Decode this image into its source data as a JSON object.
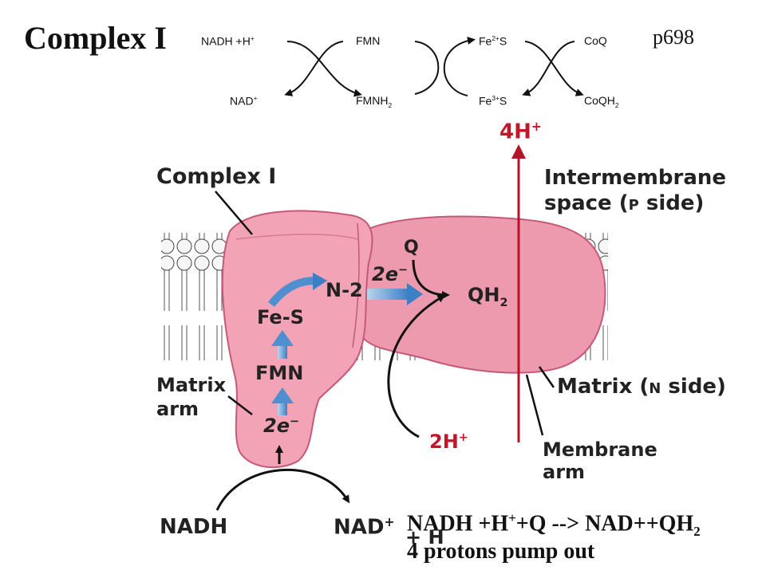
{
  "slide": {
    "title": "Complex I",
    "page_ref": "p698",
    "equation": {
      "left": "NADH +H",
      "left_sup": "+",
      "middle": "+Q --> NAD++QH",
      "right_sub": "2"
    },
    "subtitle": "4 protons pump out"
  },
  "redox_chain": {
    "nadh": "NADH +H",
    "nadh_sup": "+",
    "nad": "NAD",
    "nad_sup": "+",
    "fmn": "FMN",
    "fmnh2": "FMNH",
    "fmnh2_sub": "2",
    "fe2": "Fe",
    "fe2_sup": "2+",
    "fe2_tail": "S",
    "fe3": "Fe",
    "fe3_sup": "3+",
    "fe3_tail": "S",
    "coq": "CoQ",
    "coqh2": "CoQH",
    "coqh2_sub": "2"
  },
  "figure": {
    "complex_label": "Complex I",
    "intermembrane_1": "Intermembrane",
    "intermembrane_2": "space (",
    "p_letter": "P",
    "intermembrane_3": " side)",
    "matrix_arm_1": "Matrix",
    "matrix_arm_2": "arm",
    "matrix_side_1": "Matrix (",
    "n_letter": "N",
    "matrix_side_2": " side)",
    "membrane_arm_1": "Membrane",
    "membrane_arm_2": "arm",
    "h4": "4H",
    "h4_sup": "+",
    "h2": "2H",
    "h2_sup": "+",
    "q": "Q",
    "qh2": "QH",
    "qh2_sub": "2",
    "n2": "N-2",
    "e_top": "2e",
    "e_top_sup": "−",
    "e_bottom": "2e",
    "e_bottom_sup": "−",
    "fes": "Fe-S",
    "fmn": "FMN",
    "nadh": "NADH",
    "nad": "NAD",
    "nad_sup": "+",
    "h_plus": "+ H"
  },
  "colors": {
    "protein": "#ee9aae",
    "protein_dark": "#c45a78",
    "proton_arrow": "#b3142a",
    "electron_arrow": "#4f8fd0",
    "lipid_head": "#f4f4f4"
  }
}
